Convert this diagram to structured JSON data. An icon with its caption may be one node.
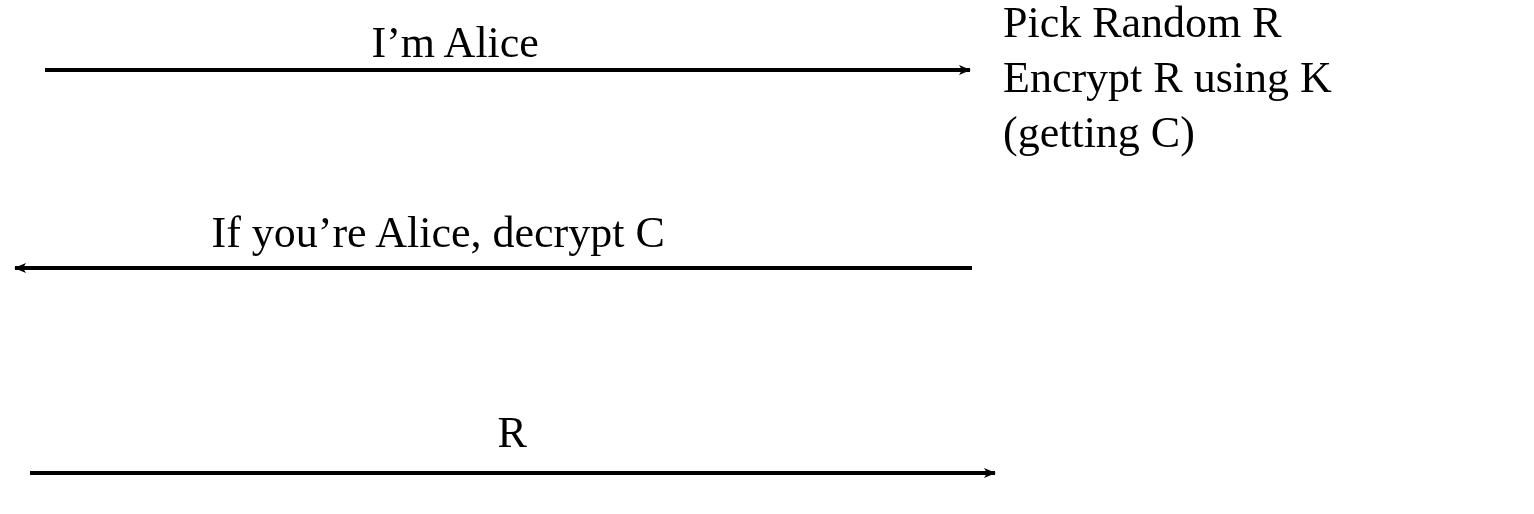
{
  "diagram": {
    "labels": [
      "I’m Alice",
      "Pick Random R",
      "Encrypt R using K",
      "(getting C)",
      "If you’re Alice, decrypt C",
      "R"
    ]
  }
}
